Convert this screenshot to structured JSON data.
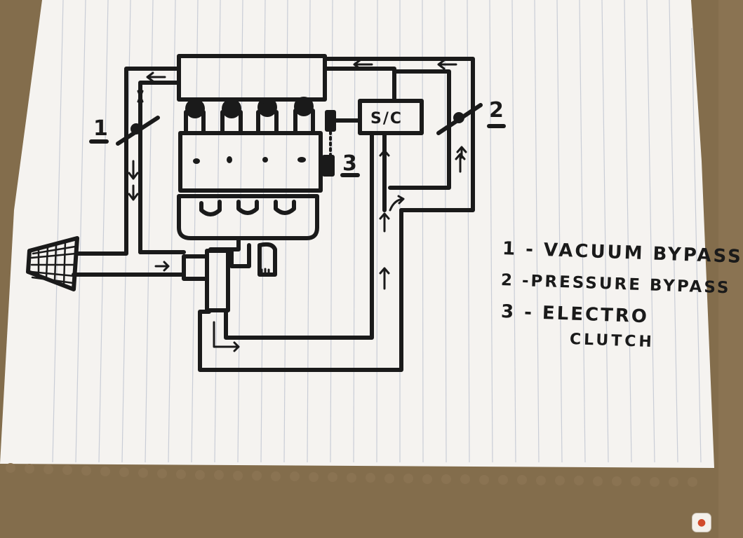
{
  "labels": {
    "component_1": "1",
    "component_2": "2",
    "component_3": "3",
    "supercharger": "S/C"
  },
  "legend": [
    {
      "number": "1",
      "text": "VACUUM BYPASS"
    },
    {
      "number": "2",
      "text": "PRESSURE BYPASS"
    },
    {
      "number": "3",
      "text": "ELECTRO"
    },
    {
      "number": "",
      "text": "CLUTCH"
    }
  ],
  "legend_lines": {
    "l1": "1 - VACUUM BYPASS",
    "l2": "2 -PRESSURE BYPASS",
    "l3": "3 - ELECTRO",
    "l4": "CLUTCH"
  },
  "colors": {
    "paper": "#f5f3f0",
    "ink": "#1a1a1a",
    "rule_lines": "#c9cdd6",
    "carpet": "#8a7352"
  },
  "icons": {
    "app_badge": "camera-app-icon"
  }
}
